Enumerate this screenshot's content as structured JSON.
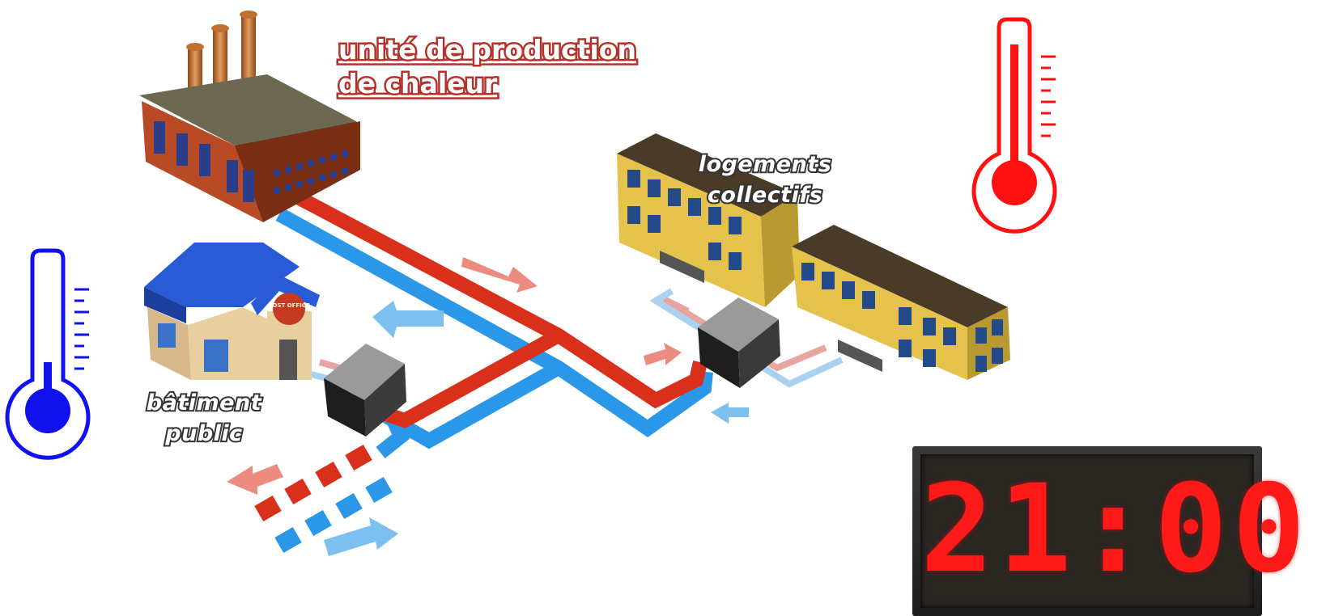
{
  "labels": {
    "production_line1": "unité de production",
    "production_line2": "de chaleur",
    "housing_line1": "logements",
    "housing_line2": "collectifs",
    "public_line1": "bâtiment",
    "public_line2": "public",
    "post_office_sign": "POST OFFICE"
  },
  "clock": {
    "time": "21:00"
  },
  "colors": {
    "hot_pipe": "#d9301c",
    "cold_pipe": "#2b97e8",
    "hot_thermometer": "#ff1111",
    "cold_thermometer": "#1111ee",
    "clock_digits": "#ff1a1a"
  },
  "thermometers": {
    "cold_level": 0.45,
    "hot_level": 0.8
  }
}
